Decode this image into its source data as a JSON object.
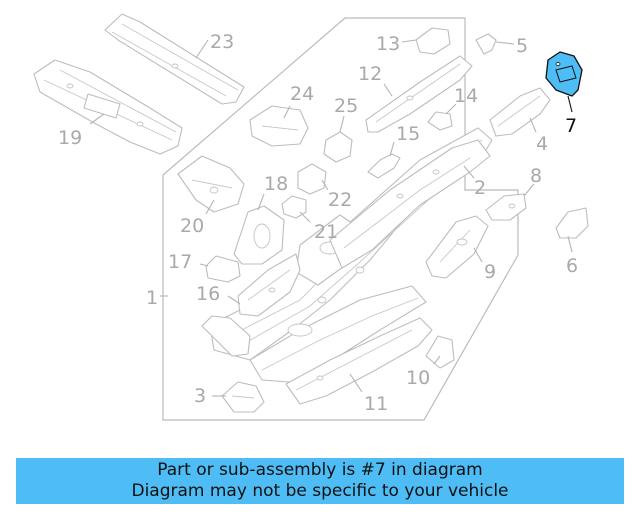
{
  "diagram": {
    "callouts": {
      "c1": "1",
      "c2": "2",
      "c3": "3",
      "c4": "4",
      "c5": "5",
      "c6": "6",
      "c7": "7",
      "c8": "8",
      "c9": "9",
      "c10": "10",
      "c11": "11",
      "c12": "12",
      "c13": "13",
      "c14": "14",
      "c15": "15",
      "c16": "16",
      "c17": "17",
      "c18": "18",
      "c19": "19",
      "c20": "20",
      "c21": "21",
      "c22": "22",
      "c23": "23",
      "c24": "24",
      "c25": "25"
    },
    "highlighted_part": "7",
    "colors": {
      "highlight_fill": "#4fbdf5",
      "line": "#b4b4b4",
      "label": "#a9a9a9"
    }
  },
  "banner": {
    "line1": "Part or sub-assembly is #7 in diagram",
    "line2": "Diagram may not be specific to your vehicle",
    "background": "#4fbdf5"
  }
}
